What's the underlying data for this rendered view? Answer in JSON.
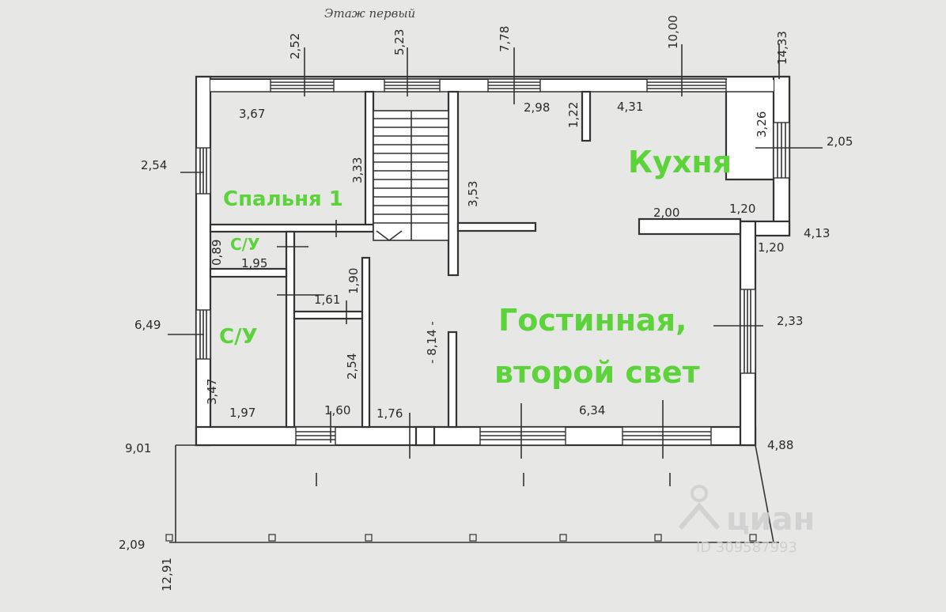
{
  "header": {
    "title": "Этаж первый"
  },
  "rooms": {
    "bedroom": "Спальня 1",
    "kitchen": "Кухня",
    "bath_small": "С/У",
    "bath_large": "С/У",
    "living_line1": "Гостинная,",
    "living_line2": "второй свет"
  },
  "dimensions": {
    "top_2_52": "2,52",
    "top_5_23": "5,23",
    "top_7_78": "7,78",
    "top_10_00": "10,00",
    "top_14_33": "14,33",
    "bed_width": "3,67",
    "bed_depth": "3,33",
    "stair_depth": "3,53",
    "kitchen_2_98": "2,98",
    "kitchen_1_22": "1,22",
    "kitchen_4_31": "4,31",
    "kitchen_3_26": "3,26",
    "right_2_05": "2,05",
    "kitchen_2_00": "2,00",
    "kitchen_1_20a": "1,20",
    "right_1_20b": "1,20",
    "right_4_13": "4,13",
    "left_2_54": "2,54",
    "wc_0_89": "0,89",
    "wc_1_95": "1,95",
    "hall_1_90": "1,90",
    "hall_1_61": "1,61",
    "left_6_49": "6,49",
    "wc_3_47": "3,47",
    "wc_1_97": "1,97",
    "hall_2_54": "2,54",
    "hall_1_60": "1,60",
    "hall_1_76": "1,76",
    "living_8_14": "- 8,14 -",
    "living_6_34": "6,34",
    "right_2_33": "2,33",
    "left_9_01": "9,01",
    "right_4_88": "4,88",
    "bottom_2_09": "2,09",
    "bottom_12_91": "12,91"
  },
  "watermark": {
    "brand": "циан",
    "id": "ID 309587993"
  }
}
